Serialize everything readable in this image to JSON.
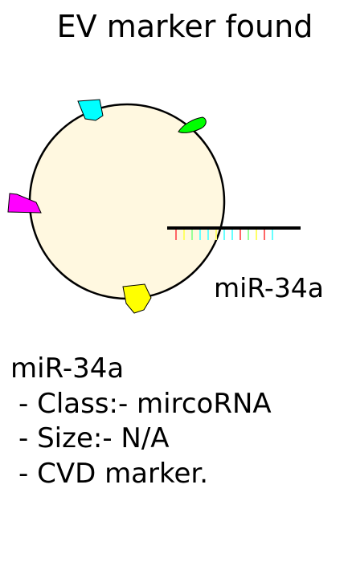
{
  "title": "EV marker found",
  "marker": {
    "label": "miR-34a"
  },
  "details": {
    "name": "miR-34a",
    "class_line": " - Class:- mircoRNA",
    "size_line": " - Size:- N/A",
    "marker_line": " - CVD marker."
  },
  "colors": {
    "vesicle_fill": "#fff8e0",
    "cyan": "#00ffff",
    "green": "#00ff00",
    "magenta": "#ff00ff",
    "yellow": "#ffff00"
  },
  "strand_tick_colors": [
    "#ff6666",
    "#ffff66",
    "#99ff99",
    "#66ffff",
    "#66ffff",
    "#ffff66",
    "#66ffff",
    "#66ffff",
    "#ff6666",
    "#99ff99",
    "#ffff66",
    "#ff6666",
    "#66ffff"
  ]
}
